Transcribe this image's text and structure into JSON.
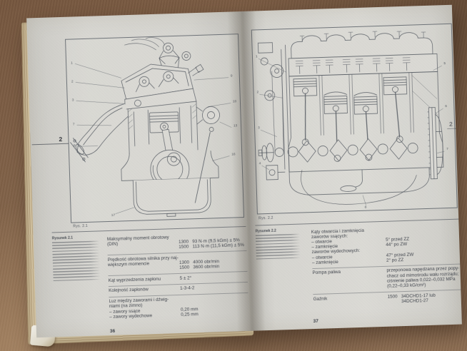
{
  "colors": {
    "background_surface": "#82634a",
    "paper": "#d6d5d0",
    "ink": "#43474f"
  },
  "left_page": {
    "chapter_tab": "2",
    "figure_label": "Rys. 2.1",
    "legend_title": "Rysunek 2.1",
    "page_number": "36",
    "callouts": [
      "1",
      "2",
      "3",
      "7",
      "8",
      "9",
      "10",
      "13",
      "16",
      "17"
    ],
    "specs": [
      {
        "label": "Maksymalny moment obrotowy\n(DIN)",
        "value": "\n1300   93 N·m (9,5 kGm) ± 5%\n1500   113 N·m (11,5 kGm) ± 5%"
      },
      {
        "label": "Prędkość obrotowa silnika przy naj-\nwiększym momencie",
        "value": "\n1300   4000 obr/min\n1500   3600 obr/min"
      },
      {
        "label": "Kąt wyprzedzenia zapłonu",
        "value": "5 ± 2°"
      },
      {
        "label": "Kolejność zapłonów",
        "value": "1-3-4-2"
      },
      {
        "label": "Luz między zaworami i dźwig-\nniami (na zimno)\n– zawory ssące\n– zawory wydechowe",
        "value": "\n\n0,20 mm\n0,25 mm"
      }
    ]
  },
  "right_page": {
    "chapter_tab": "2",
    "figure_label": "Rys. 2.2",
    "legend_title": "Rysunek 2.2",
    "page_number": "37",
    "callouts": [
      "1",
      "2",
      "3",
      "4",
      "5",
      "6",
      "7",
      "8"
    ],
    "specs": [
      {
        "label": "Kąty otwarcia i zamknięcia\nzaworów ssących:\n– otwarcie\n– zamknięcie\nzaworów wydechowych:\n– otwarcie\n– zamknięcie",
        "value": "\n\n5° przed ZZ\n44° po ZW\n\n47° przed ZW\n2° po ZZ"
      },
      {
        "label": "Pompa paliwa",
        "value": "przeponowa napędzana przez popy-\nchacz od mimośrodu wału rozrządu;\nciśnienie paliwa 0,022–0,032 MPa\n(0,22–0,33 kG/cm²)"
      },
      {
        "label": "Gaźnik",
        "value": "1500   34DCHD1-17 lub\n           34DCHD1-27"
      }
    ]
  }
}
